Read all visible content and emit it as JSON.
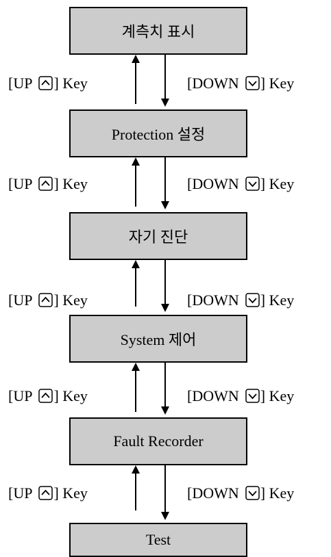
{
  "menu_items": [
    "계측치 표시",
    "Protection 설정",
    "자기 진단",
    "System 제어",
    "Fault Recorder",
    "Test"
  ],
  "navigation": {
    "up_prefix": "[UP",
    "down_prefix": "[DOWN",
    "key_suffix": "] Key",
    "up_icon": "up-chevron-key-icon",
    "down_icon": "down-chevron-key-icon"
  },
  "colors": {
    "box_fill": "#cccccc",
    "box_border": "#000000",
    "arrow": "#000000"
  }
}
